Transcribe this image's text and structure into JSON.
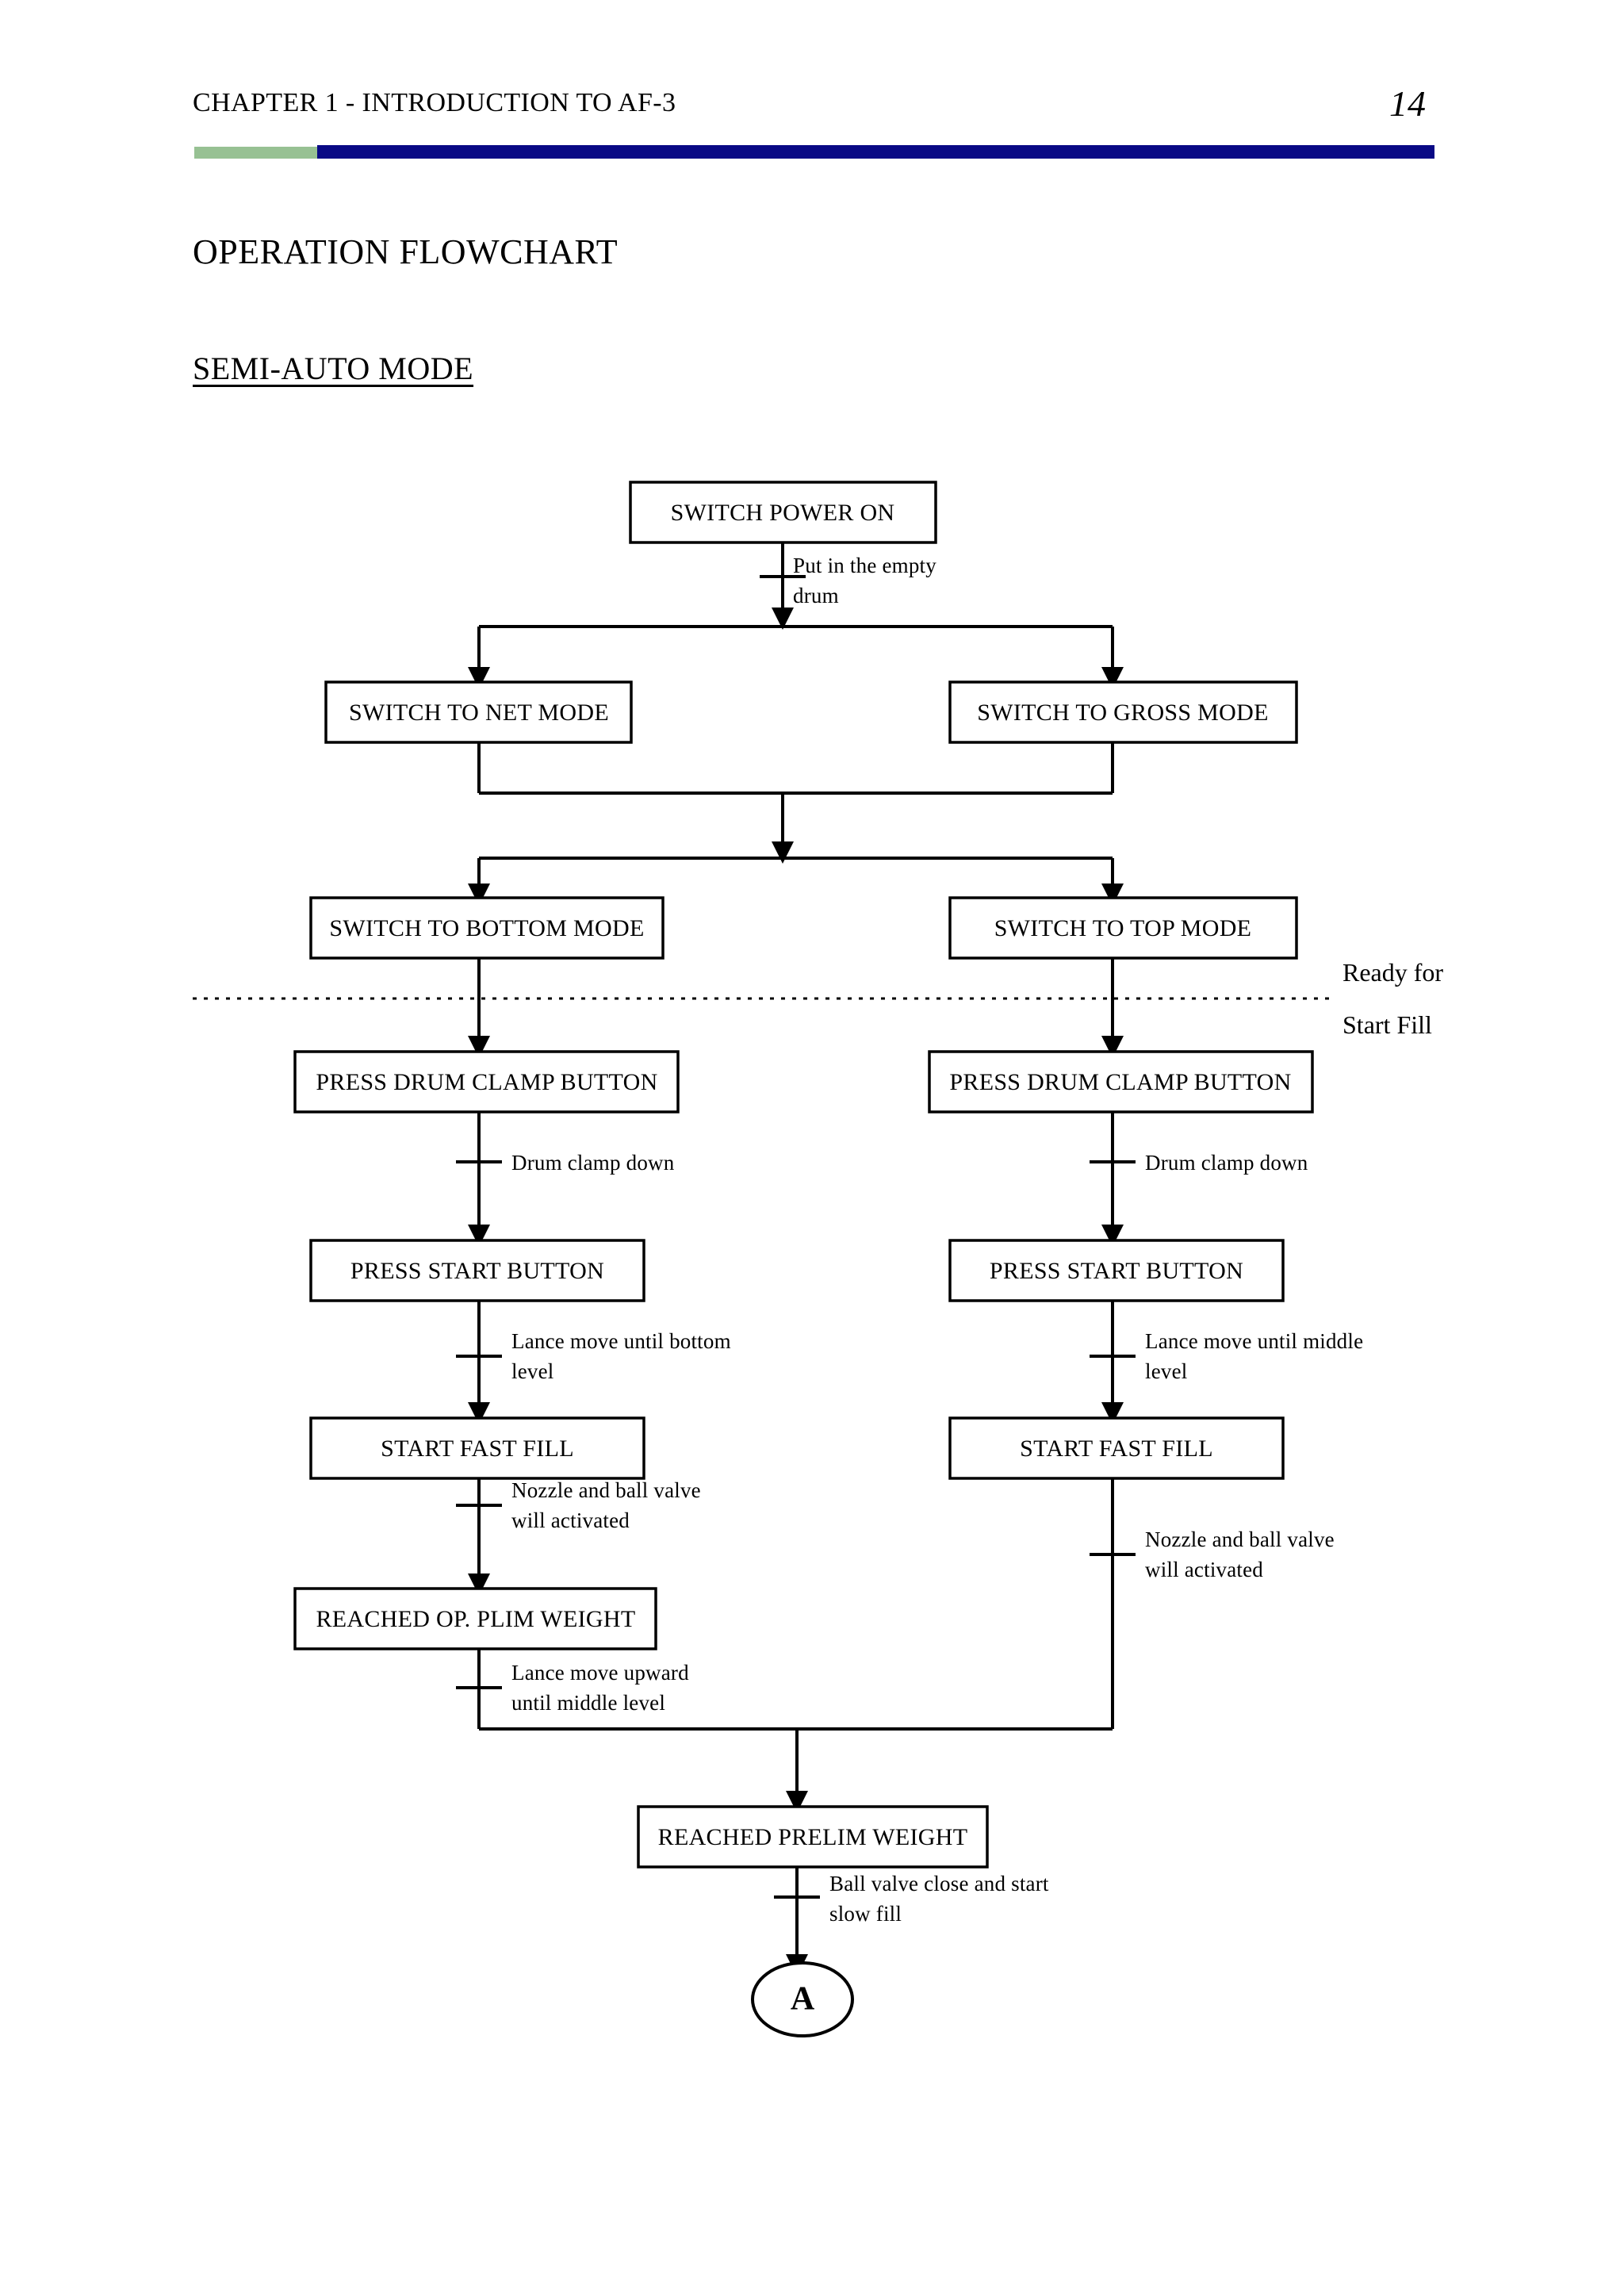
{
  "header": {
    "chapter_title": "CHAPTER 1 - INTRODUCTION TO AF-3",
    "page_number": "14",
    "rule_green_color": "#97c193",
    "rule_navy_color": "#090985"
  },
  "document": {
    "title": "OPERATION FLOWCHART",
    "section_title": "SEMI-AUTO MODE"
  },
  "flowchart": {
    "boundary": {
      "label_above": "Ready for",
      "label_below": "Start Fill"
    },
    "nodes": {
      "switch_power_on": "SWITCH POWER ON",
      "switch_to_net_mode": "SWITCH TO NET MODE",
      "switch_to_gross_mode": "SWITCH TO GROSS MODE",
      "switch_to_bottom_mode": "SWITCH TO BOTTOM MODE",
      "switch_to_top_mode": "SWITCH TO TOP MODE",
      "press_drum_clamp_left": "PRESS DRUM CLAMP BUTTON",
      "press_drum_clamp_right": "PRESS DRUM CLAMP BUTTON",
      "press_start_left": "PRESS START BUTTON",
      "press_start_right": "PRESS START BUTTON",
      "start_fast_fill_left": "START FAST FILL",
      "start_fast_fill_right": "START FAST FILL",
      "reached_op_plim_weight": "REACHED OP. PLIM WEIGHT",
      "reached_prelim_weight": "REACHED PRELIM WEIGHT",
      "connector_a": "A"
    },
    "annotations": {
      "put_in_empty_drum_l1": "Put in the empty",
      "put_in_empty_drum_l2": "drum",
      "drum_clamp_down_left": "Drum clamp down",
      "drum_clamp_down_right": "Drum clamp down",
      "lance_bottom_l1": "Lance move until bottom",
      "lance_bottom_l2": "level",
      "lance_middle_l1": "Lance move until middle",
      "lance_middle_l2": "level",
      "nozzle_left_l1": "Nozzle and ball valve",
      "nozzle_left_l2": "will activated",
      "nozzle_right_l1": "Nozzle and ball valve",
      "nozzle_right_l2": "will activated",
      "lance_upward_l1": "Lance move upward",
      "lance_upward_l2": "until middle level",
      "ball_valve_close_l1": "Ball valve close and start",
      "ball_valve_close_l2": "slow fill"
    }
  }
}
